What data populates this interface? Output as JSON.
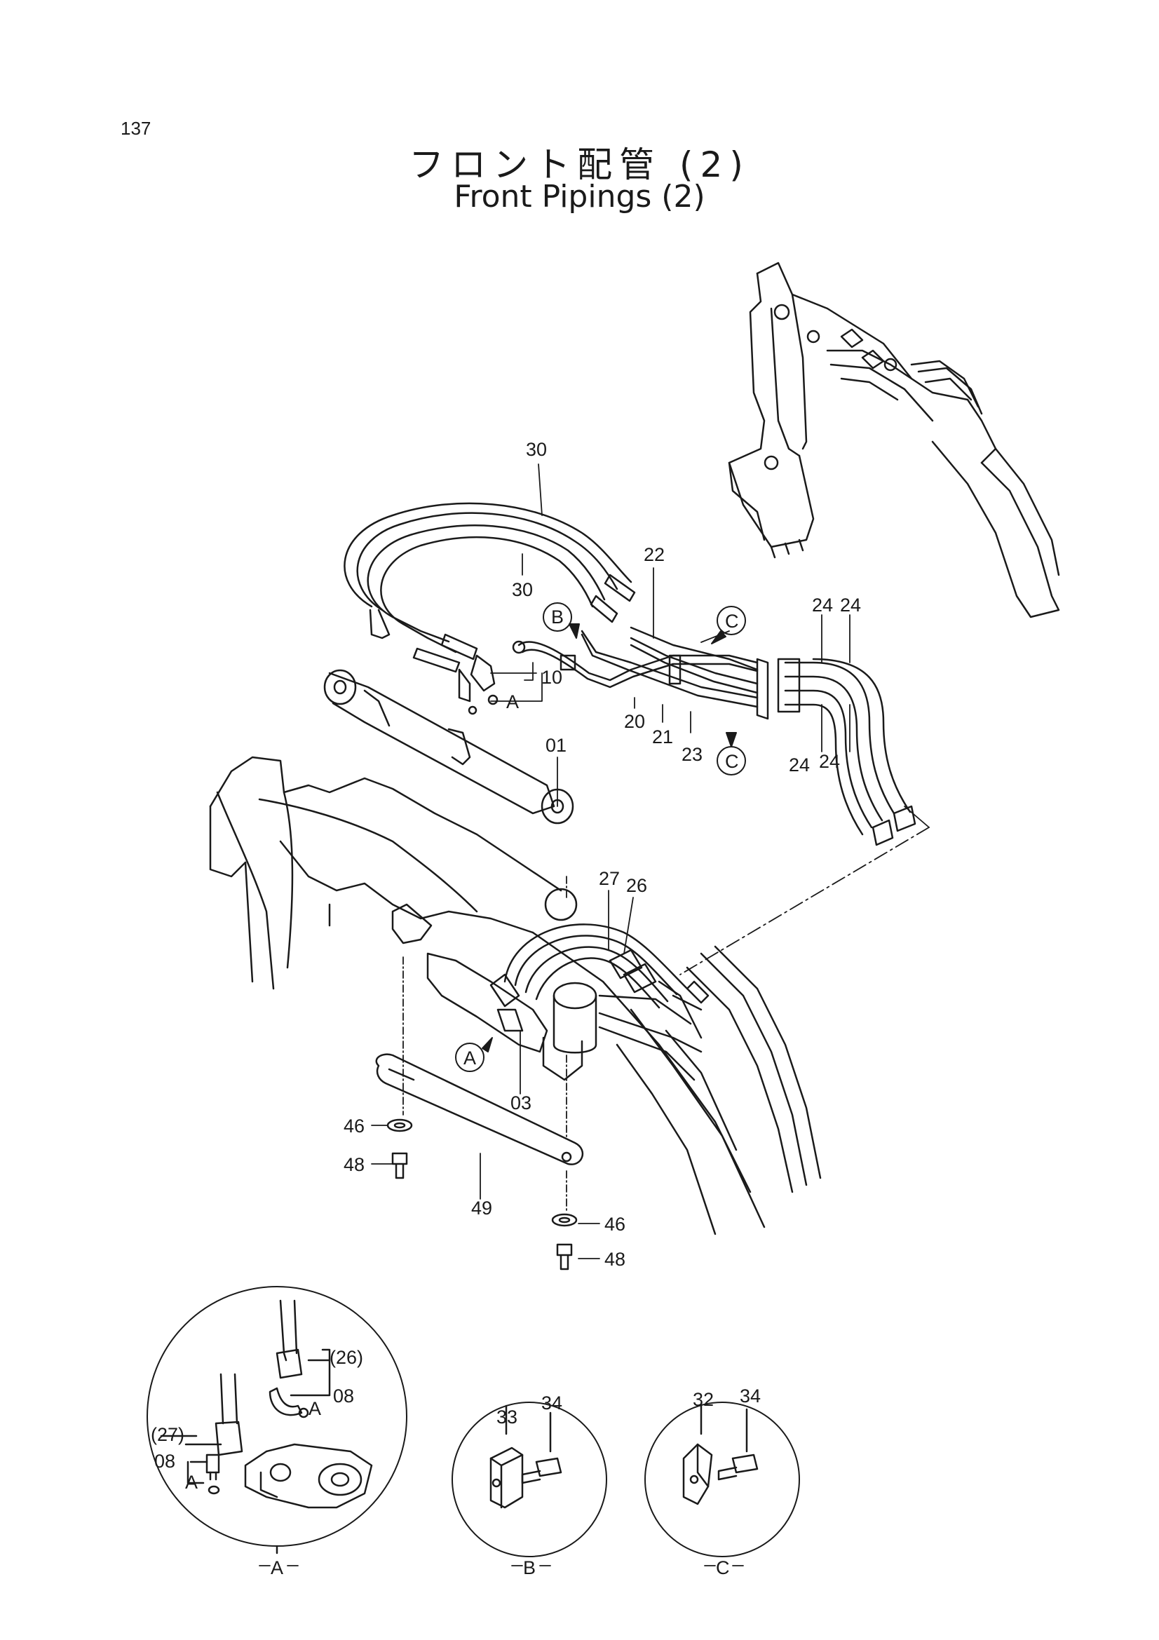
{
  "page": {
    "number": "137",
    "title_jp": "フロント配管 (2)",
    "title_en": "Front Pipings (2)"
  },
  "callouts": {
    "c30a": "30",
    "c30b": "30",
    "c22": "22",
    "c10": "10",
    "c01": "01",
    "c20": "20",
    "c21": "21",
    "c23": "23",
    "c24a": "24",
    "c24b": "24",
    "c24c": "24",
    "c24d": "24",
    "c27": "27",
    "c26": "26",
    "c03": "03",
    "c46a": "46",
    "c48a": "48",
    "c49": "49",
    "c46b": "46",
    "c48b": "48",
    "a26": "(26)",
    "a08a": "08",
    "a27": "(27)",
    "a08b": "08",
    "b33": "33",
    "b34": "34",
    "c32": "32",
    "c34": "34"
  },
  "markers": {
    "A_main": "A",
    "B_main": "B",
    "C_top": "C",
    "C_bottom": "C",
    "A_ring": "A",
    "A_detail1": "A",
    "A_detail2": "A",
    "detail_A": "A",
    "detail_B": "B",
    "detail_C": "C"
  }
}
